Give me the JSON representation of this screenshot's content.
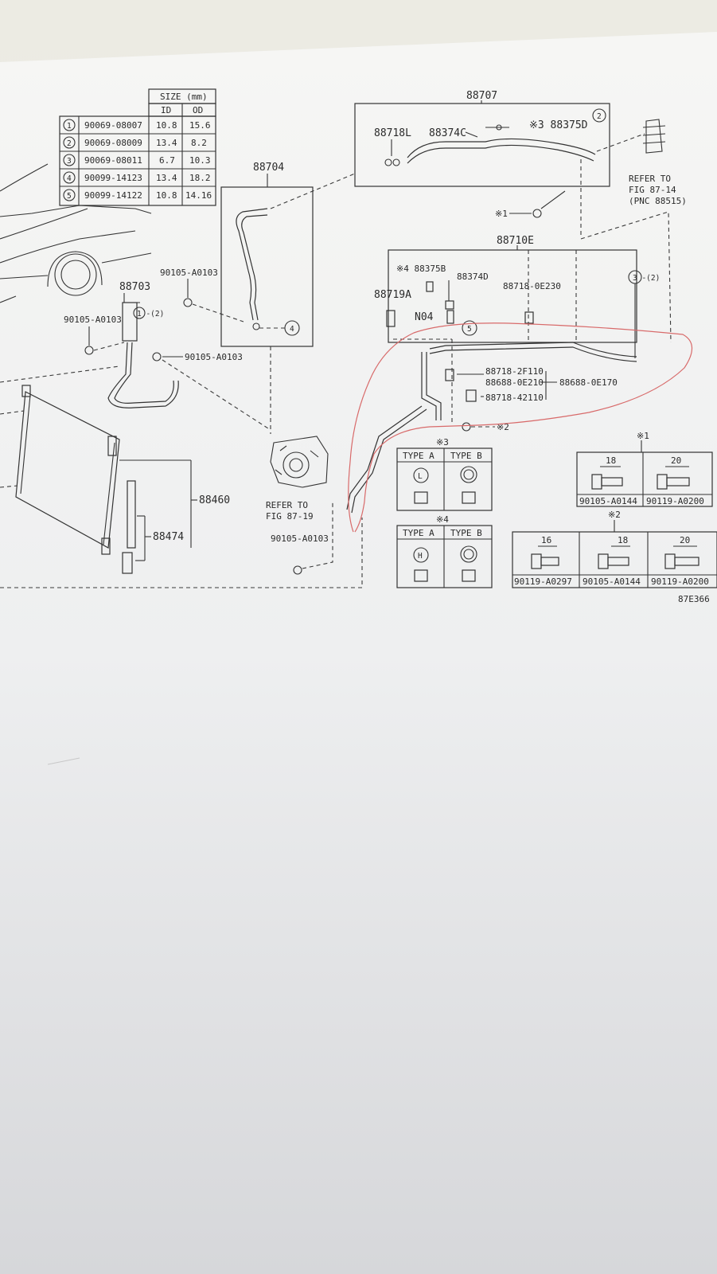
{
  "size_table": {
    "header": "SIZE (mm)",
    "col_id": "ID",
    "col_od": "OD",
    "rows": [
      {
        "num": "1",
        "part": "90069-08007",
        "id": "10.8",
        "od": "15.6"
      },
      {
        "num": "2",
        "part": "90069-08009",
        "id": "13.4",
        "od": "8.2"
      },
      {
        "num": "3",
        "part": "90069-08011",
        "id": "6.7",
        "od": "10.3"
      },
      {
        "num": "4",
        "part": "90099-14123",
        "id": "13.4",
        "od": "18.2"
      },
      {
        "num": "5",
        "part": "90099-14122",
        "id": "10.8",
        "od": "14.16"
      }
    ]
  },
  "parts": {
    "p88707": "88707",
    "p88718L": "88718L",
    "p88374C": "88374C",
    "mark3_88375D": "※3 88375D",
    "p88704": "88704",
    "p88703": "88703",
    "p88710E": "88710E",
    "mark4_88375B": "※4 88375B",
    "p88374D": "88374D",
    "p88718_0E230": "88718-0E230",
    "p88719A": "88719A",
    "n04": "N04",
    "p88718_2F110": "88718-2F110",
    "p88688_0E210": "88688-0E210",
    "p88688_0E170": "88688-0E170",
    "p88718_42110": "88718-42110",
    "p88460": "88460",
    "p88474": "88474",
    "bolt_a": "90105-A0103",
    "bolt_b": "90105-A0103",
    "bolt_c": "90105-A0103",
    "bolt_d": "90105-A0103",
    "mark1": "※1",
    "mark2": "※2",
    "ref_1_2": "1 -(2)",
    "ref_3_2": "3 -(2)",
    "circ4": "4",
    "circ5": "5",
    "circ2": "2"
  },
  "refer_top": [
    "REFER TO",
    "FIG 87-14",
    "(PNC 88515)"
  ],
  "refer_comp": [
    "REFER TO",
    "FIG 87-19"
  ],
  "type_box3": {
    "mark": "※3",
    "a": "TYPE A",
    "b": "TYPE B"
  },
  "type_box4": {
    "mark": "※4",
    "a": "TYPE A",
    "b": "TYPE B"
  },
  "bolt_box1": {
    "mark": "※1",
    "dim_a": "18",
    "dim_b": "20",
    "part_a": "90105-A0144",
    "part_b": "90119-A0200"
  },
  "bolt_box2": {
    "mark": "※2",
    "dim_a": "16",
    "dim_b": "18",
    "dim_c": "20",
    "part_a": "90119-A0297",
    "part_b": "90105-A0144",
    "part_c": "90119-A0200"
  },
  "fig_code": "87E366"
}
